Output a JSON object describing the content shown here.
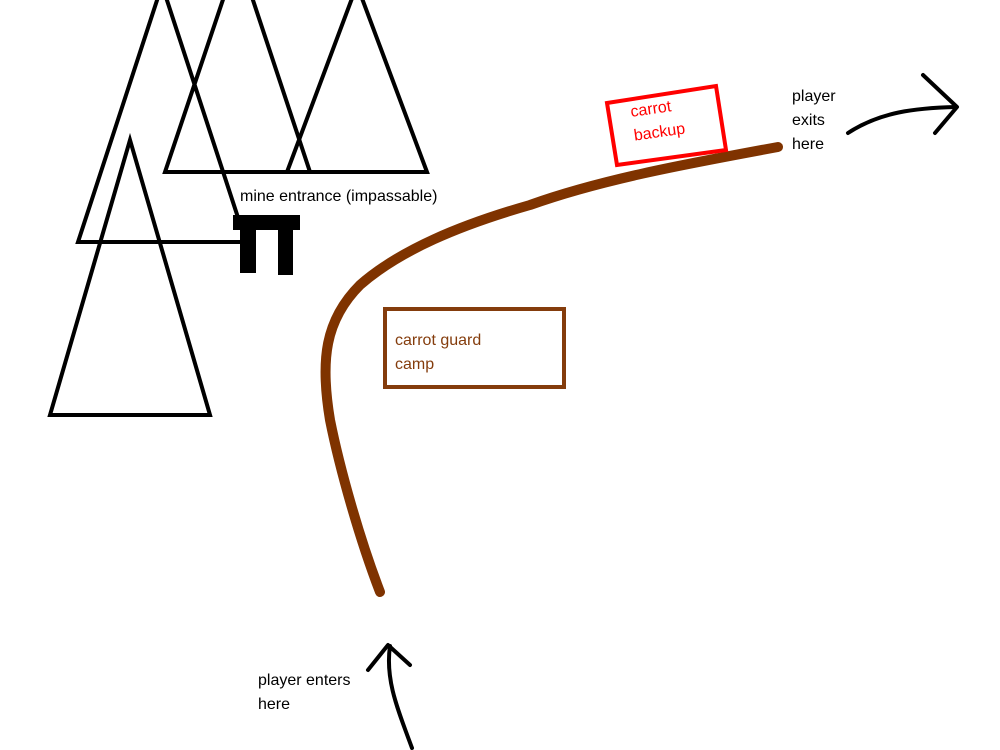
{
  "labels": {
    "mine": "mine entrance (impassable)",
    "carrot_backup": "carrot\nbackup",
    "carrot_guard_camp": "carrot guard\ncamp",
    "player_exits": "player\nexits\nhere",
    "player_enters": "player enters\nhere"
  },
  "colors": {
    "path": "#7f3300",
    "backup_box": "#ff0000",
    "camp_box": "#843c0c",
    "ink": "#000000"
  }
}
